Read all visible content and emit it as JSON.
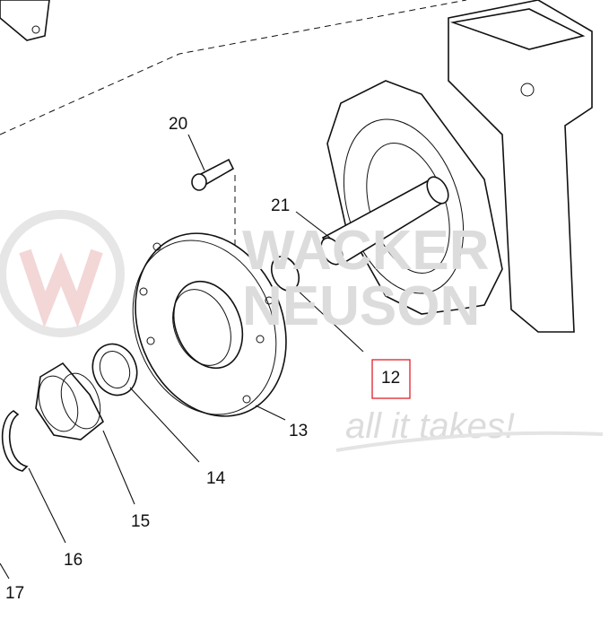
{
  "watermark": {
    "brand_line1": "WACKER",
    "brand_line2": "NEUSON",
    "slogan": "all it takes!",
    "logo_letter": "W"
  },
  "callouts": [
    {
      "label": "20"
    },
    {
      "label": "21"
    },
    {
      "label": "12",
      "highlighted": true
    },
    {
      "label": "13"
    },
    {
      "label": "14"
    },
    {
      "label": "15"
    },
    {
      "label": "16"
    },
    {
      "label": "17"
    }
  ],
  "colors": {
    "highlight": "#e0202a",
    "line": "#111111",
    "watermark": "#e4e4e4"
  }
}
